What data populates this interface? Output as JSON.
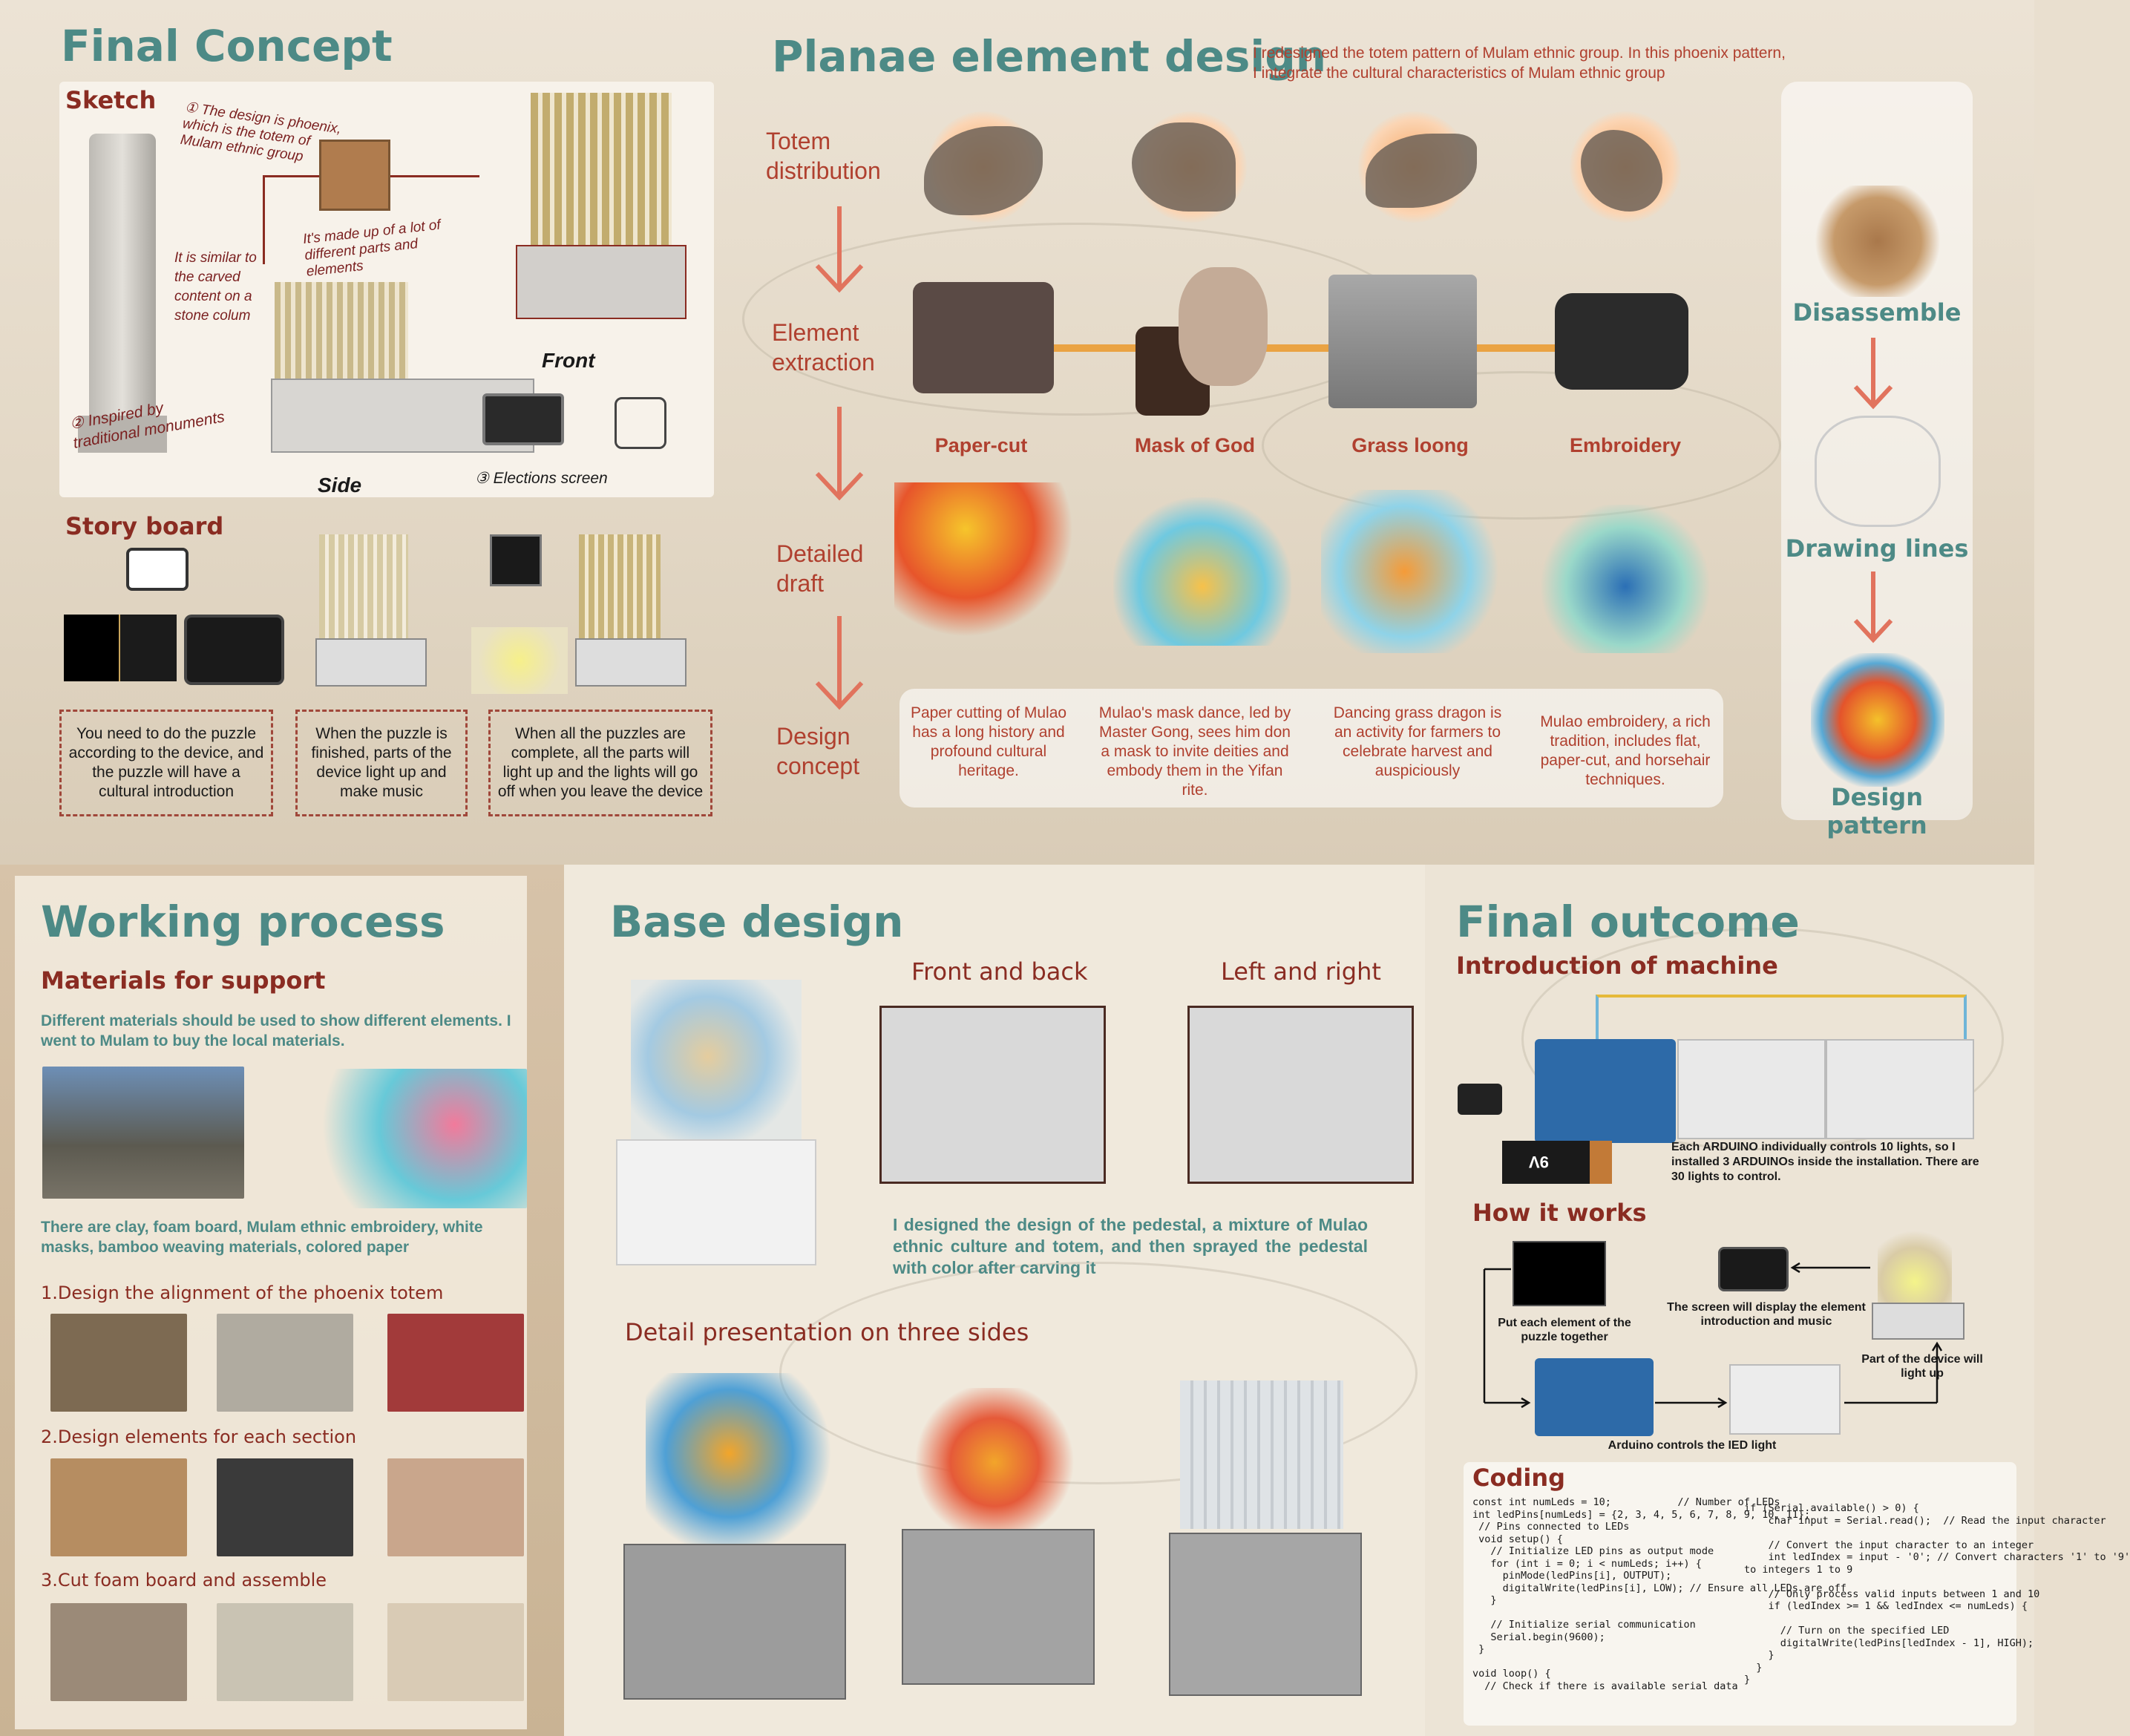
{
  "final_concept": {
    "title": "Final Concept",
    "sketch_label": "Sketch",
    "notes": {
      "note1": "① The design is phoenix, which is the totem of Mulam ethnic group",
      "note2": "It's made up of a lot of different parts and elements",
      "note3": "It is similar to the carved content on a stone colum",
      "note4": "② Inspired by traditional monuments",
      "note5": "③ Elections screen",
      "front": "Front",
      "side": "Side"
    },
    "storyboard_label": "Story board",
    "story_steps": [
      "You need to do the puzzle according to the device, and the puzzle will have a cultural introduction",
      "When the puzzle is finished, parts of the device light up and make music",
      "When all the puzzles are complete, all the parts will light up and the lights will go off when you leave the device"
    ]
  },
  "planae": {
    "title": "Planae element design",
    "intro": "I redesigned the totem pattern of Mulam ethnic group. In this phoenix pattern, I integrate the cultural characteristics of Mulam ethnic group",
    "steps": [
      "Totem distribution",
      "Element extraction",
      "Detailed draft",
      "Design concept"
    ],
    "elements": [
      "Paper-cut",
      "Mask of God",
      "Grass loong",
      "Embroidery"
    ],
    "concepts": [
      "Paper cutting of Mulao has a long history and profound cultural heritage.",
      "Mulao's mask dance, led by Master Gong, sees him don a mask to invite deities and embody them in the Yifan rite.",
      "Dancing grass dragon is an activity for farmers to celebrate harvest and auspiciously",
      "Mulao embroidery, a rich tradition, includes flat, paper-cut, and horsehair techniques."
    ],
    "side_steps": [
      "Disassemble",
      "Drawing lines",
      "Design pattern"
    ]
  },
  "working": {
    "title": "Working process",
    "materials_label": "Materials for support",
    "materials_text": "Different materials should be used to show different elements. I went to Mulam to buy the local materials.",
    "materials_list": "There are clay, foam board, Mulam ethnic embroidery, white masks, bamboo weaving materials, colored paper",
    "step1": "1.Design the alignment of the phoenix totem",
    "step2": "2.Design elements for each section",
    "step3": "3.Cut foam board and assemble"
  },
  "base": {
    "title": "Base design",
    "front_back": "Front and back",
    "left_right": "Left and right",
    "description": "I designed the design of the pedestal, a mixture of Mulao ethnic culture and totem, and then sprayed the pedestal with color after carving it",
    "detail_label": "Detail presentation on three sides"
  },
  "final_outcome": {
    "title": "Final outcome",
    "intro_label": "Introduction of machine",
    "arduino_caption": "Each ARDUINO individually controls 10 lights, so I installed 3 ARDUINOs inside the installation. There are 30 lights to control.",
    "how_label": "How it works",
    "flow": {
      "puzzle": "Put each element of the puzzle together",
      "screen": "The screen will display the element introduction and music",
      "device": "Part of the device will light up",
      "arduino": "Arduino controls the IED light"
    },
    "battery": "9V",
    "coding_label": "Coding"
  },
  "code_left": [
    "const int numLeds = 10;           // Number of LEDs",
    "int ledPins[numLeds] = {2, 3, 4, 5, 6, 7, 8, 9, 10, 11};",
    " // Pins connected to LEDs",
    " void setup() {",
    "   // Initialize LED pins as output mode",
    "   for (int i = 0; i < numLeds; i++) {",
    "     pinMode(ledPins[i], OUTPUT);",
    "     digitalWrite(ledPins[i], LOW); // Ensure all LEDs are off",
    "   }",
    "",
    "   // Initialize serial communication",
    "   Serial.begin(9600);",
    " }",
    "",
    "void loop() {",
    "  // Check if there is available serial data"
  ],
  "code_right": [
    "if (Serial.available() > 0) {",
    "    char input = Serial.read();  // Read the input character",
    "",
    "    // Convert the input character to an integer",
    "    int ledIndex = input - '0'; // Convert characters '1' to '9'",
    "to integers 1 to 9",
    "",
    "    // Only process valid inputs between 1 and 10",
    "    if (ledIndex >= 1 && ledIndex <= numLeds) {",
    "",
    "      // Turn on the specified LED",
    "      digitalWrite(ledPins[ledIndex - 1], HIGH);",
    "    }",
    "  }",
    "}"
  ],
  "colors": {
    "teal": "#4d8a86",
    "maroon": "#8a2c22",
    "coral": "#e1735d",
    "orange": "#eaa343"
  }
}
